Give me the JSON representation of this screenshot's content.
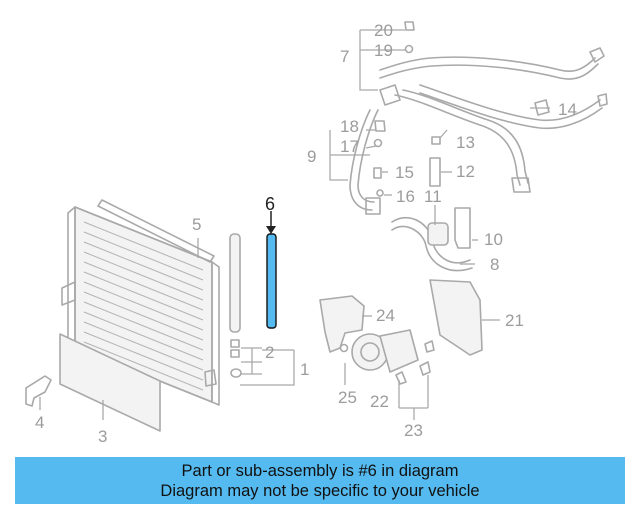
{
  "callouts": {
    "c1": "1",
    "c2": "2",
    "c3": "3",
    "c4": "4",
    "c5": "5",
    "c6": "6",
    "c7": "7",
    "c8": "8",
    "c9": "9",
    "c10": "10",
    "c11": "11",
    "c12": "12",
    "c13": "13",
    "c14": "14",
    "c15": "15",
    "c16": "16",
    "c17": "17",
    "c18": "18",
    "c19": "19",
    "c20": "20",
    "c21": "21",
    "c22": "22",
    "c23": "23",
    "c24": "24",
    "c25": "25"
  },
  "highlighted_part": "6",
  "colors": {
    "highlight": "#54baf0",
    "banner_bg": "#54baf0",
    "line": "#a9a9a9",
    "text": "#9c9c9c"
  },
  "banner": {
    "line1": "Part or sub-assembly is #6 in diagram",
    "line2": "Diagram may not be specific to your vehicle"
  }
}
